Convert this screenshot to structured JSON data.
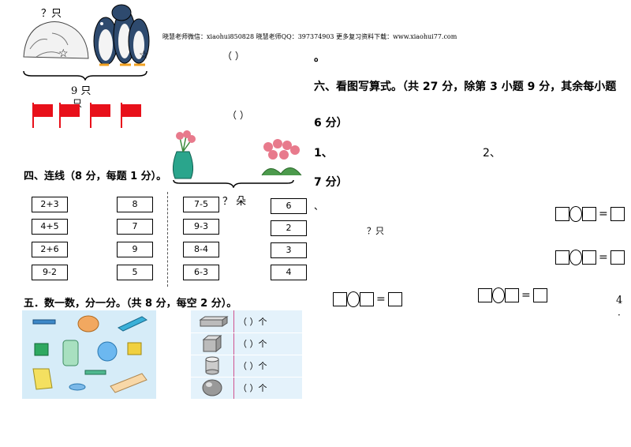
{
  "header": "晓慧老师微信：xiaohui850828  晓慧老师QQ：397374903  更多复习资料下载：www.xiaohui77.com",
  "top_left": {
    "question": "？只",
    "total": "9 只",
    "blank1": "（          ）",
    "blank2": "（          ）",
    "flag_label": "只",
    "flower_question": "？ 朵"
  },
  "section4": {
    "title": "四、连线（8 分，每题 1 分）。",
    "left_exprs": [
      "2+3",
      "4+5",
      "2+6",
      "9-2"
    ],
    "left_answers": [
      "8",
      "7",
      "9",
      "5"
    ],
    "right_exprs": [
      "7-5",
      "9-3",
      "8-4",
      "6-3"
    ],
    "right_answers": [
      "6",
      "2",
      "3",
      "4"
    ]
  },
  "section5": {
    "title": "五．数一数，分一分。（共 8 分，每空 2 分）。",
    "rows": [
      {
        "shape": "cuboid",
        "blank": "（      ）个"
      },
      {
        "shape": "cube",
        "blank": "（      ）个"
      },
      {
        "shape": "cylinder",
        "blank": "（      ）个"
      },
      {
        "shape": "sphere",
        "blank": "（      ）个"
      }
    ]
  },
  "section6": {
    "period": "。",
    "title_line1": "六、看图写算式。（共 27 分，除第 3 小题 9 分，其余每小题",
    "title_line2": "6 分）",
    "q1": "1、",
    "q2": "2、",
    "title_line3": "7 分）",
    "dot": "、",
    "q_unit": "？只",
    "page_num": "4",
    "page_dot": "·"
  },
  "colors": {
    "flag": "#e8101a",
    "vase": "#2aa58c",
    "flower": "#e87a8c",
    "table_bg": "#e4f2fb",
    "paren": "#d0528f"
  }
}
